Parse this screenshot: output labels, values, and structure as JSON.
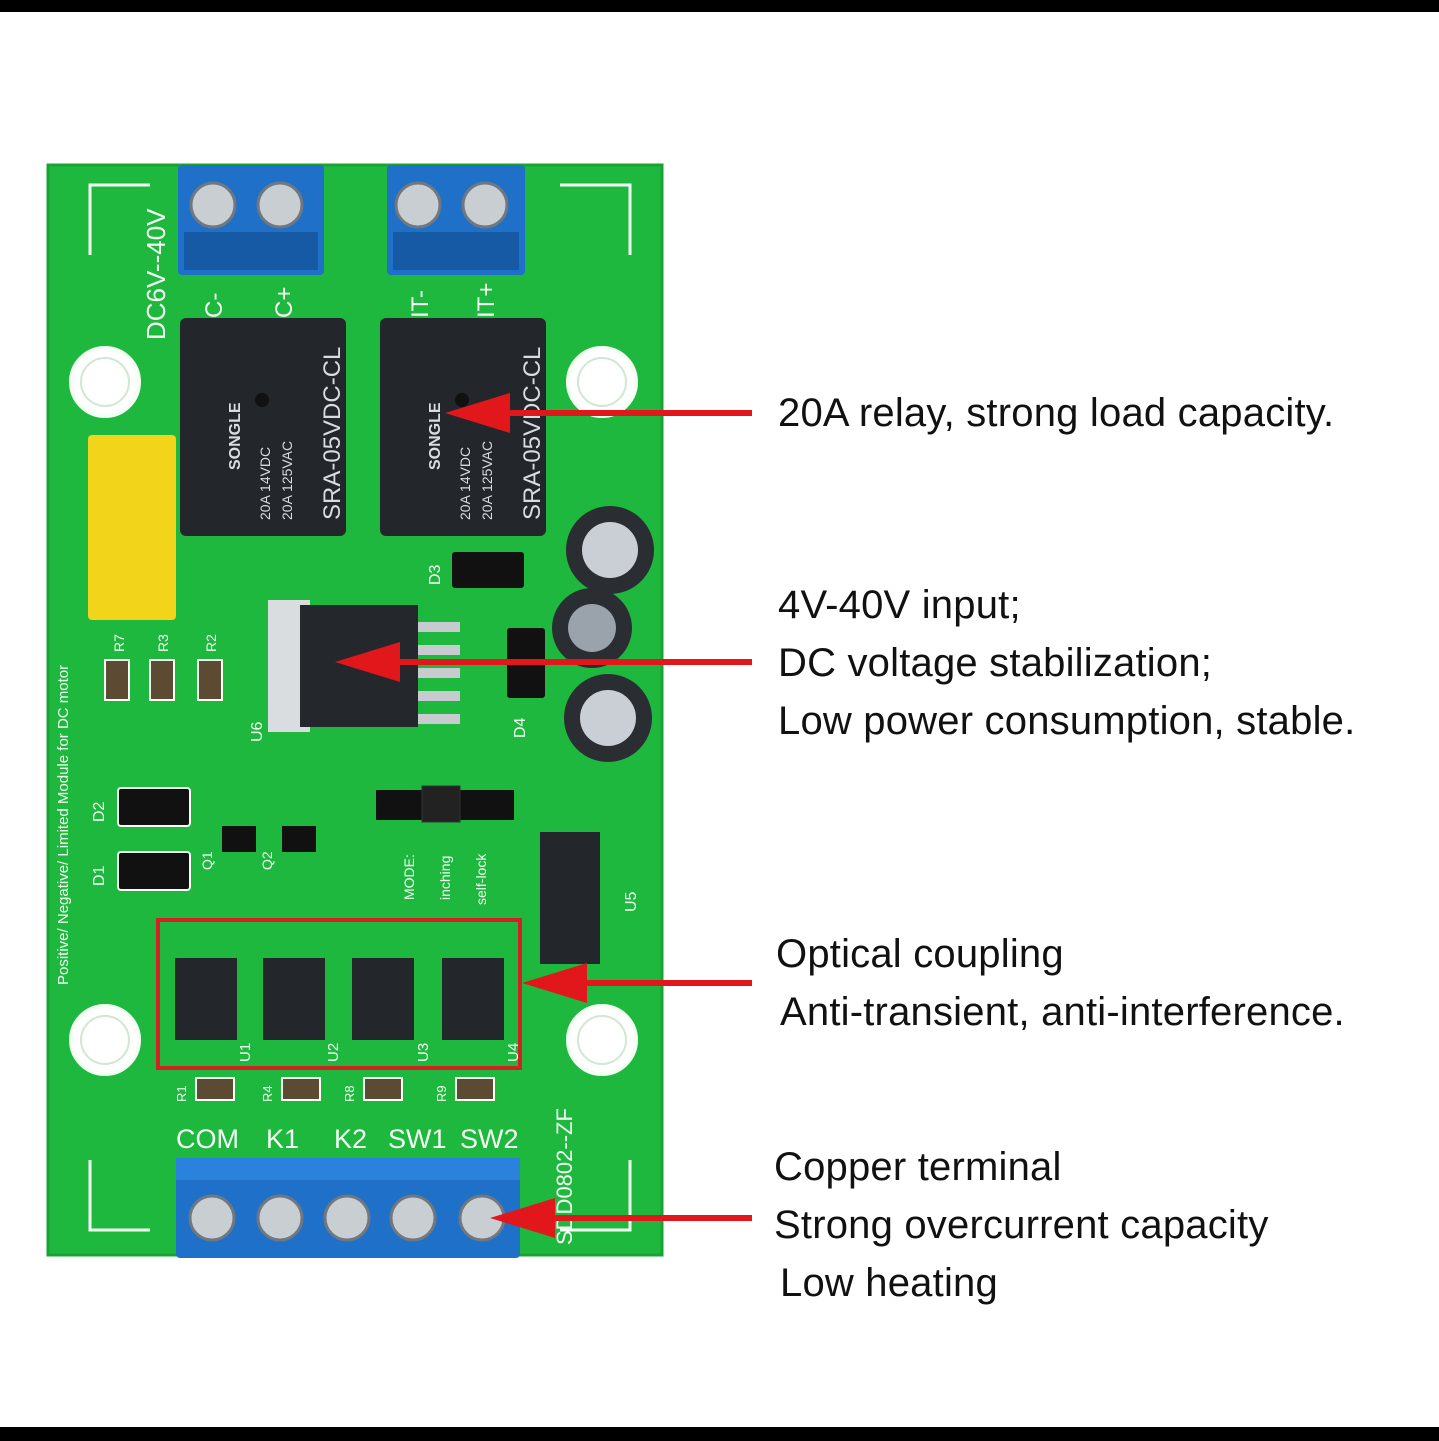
{
  "colors": {
    "pcb": "#1fb83f",
    "pcb_dark": "#169a31",
    "silkscreen": "#f2fff2",
    "terminal_blue": "#1e70c8",
    "relay": "#23272b",
    "capacitor_yellow": "#f2d51a",
    "arrow_red": "#e2171b",
    "highlight_box": "#d42020"
  },
  "board": {
    "voltage_label": "DC6V--40V",
    "module_label": "Positive/ Negative/ Limited  Module  for  DC  motor",
    "model_label": "SDD0802--ZF",
    "terminal_labels": [
      "COM",
      "K1",
      "K2",
      "SW1",
      "SW2"
    ],
    "relay_text_main": "SRA-05VDC-CL",
    "relay_text_brand": "SONGLE",
    "relay_text_rating1": "20A 14VDC",
    "relay_text_rating2": "20A 125VAC",
    "top_left_terminal_labels": [
      "C-",
      "C+"
    ],
    "top_right_terminal_labels": [
      "IT-",
      "IT+"
    ],
    "mode_labels": [
      "MODE:",
      "inching",
      "self-lock"
    ],
    "ref_u5": "U5",
    "ref_u6": "U6",
    "ref_d1": "D1",
    "ref_d2": "D2",
    "ref_d3": "D3",
    "ref_d4": "D4",
    "ref_q1": "Q1",
    "ref_q2": "Q2",
    "ref_r2": "R2",
    "ref_r3": "R3",
    "ref_r7": "R7",
    "optocoupler_refs": [
      "U1",
      "U2",
      "U3",
      "U4"
    ],
    "bottom_resistor_refs": [
      "R1",
      "R4",
      "R8",
      "R9"
    ]
  },
  "callouts": [
    {
      "lines": [
        "20A relay, strong load capacity."
      ]
    },
    {
      "lines": [
        "4V-40V input;",
        "DC voltage stabilization;",
        "Low power consumption, stable."
      ]
    },
    {
      "lines": [
        "Optical coupling",
        "Anti-transient, anti-interference."
      ]
    },
    {
      "lines": [
        "Copper terminal",
        "Strong overcurrent capacity",
        "Low heating"
      ]
    }
  ]
}
